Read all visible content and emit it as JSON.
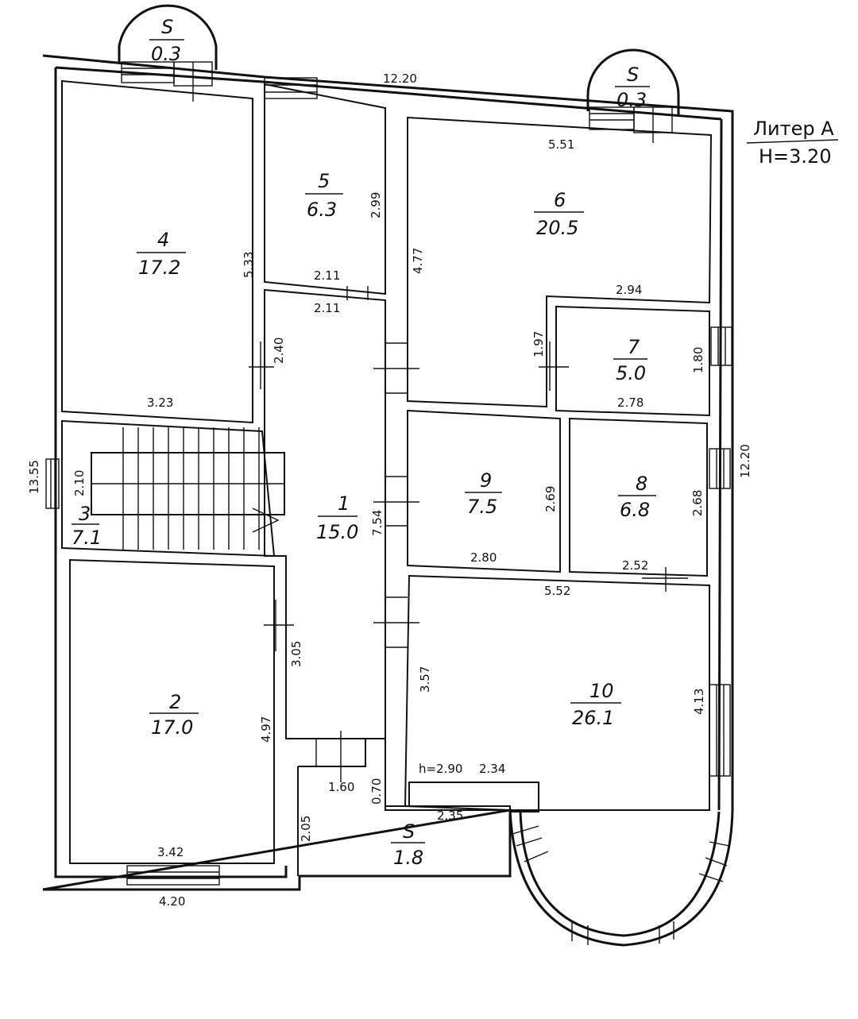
{
  "header": {
    "liter": "Литер А",
    "height": "H=3.20"
  },
  "rooms": [
    {
      "num": "1",
      "area": "15.0"
    },
    {
      "num": "2",
      "area": "17.0"
    },
    {
      "num": "3",
      "area": "7.1"
    },
    {
      "num": "4",
      "area": "17.2"
    },
    {
      "num": "5",
      "area": "6.3"
    },
    {
      "num": "6",
      "area": "20.5"
    },
    {
      "num": "7",
      "area": "5.0"
    },
    {
      "num": "8",
      "area": "6.8"
    },
    {
      "num": "9",
      "area": "7.5"
    },
    {
      "num": "10",
      "area": "26.1"
    }
  ],
  "balconies": [
    {
      "label": "S",
      "area": "0.3"
    },
    {
      "label": "S",
      "area": "0.3"
    },
    {
      "label": "S",
      "area": "1.8"
    }
  ],
  "dimensions": {
    "overall_width_top": "12.20",
    "overall_height_left": "13.55",
    "overall_height_right": "12.20",
    "bottom_left_width": "4.20",
    "room4_height": "5.33",
    "room4_width": "3.23",
    "room4_door": "2.40",
    "room5_height": "2.99",
    "room5_width": "2.11",
    "room1_width": "2.11",
    "room1_height": "7.54",
    "room6_top": "5.51",
    "room6_left": "4.77",
    "room6_step": "2.94",
    "room7_left": "1.97",
    "room7_right": "1.80",
    "room7_bottom": "2.78",
    "room3_height": "2.10",
    "room9_right": "2.69",
    "room9_bottom": "2.80",
    "room8_right": "2.68",
    "room8_bottom": "2.52",
    "room10_top": "5.52",
    "room10_left": "3.57",
    "room10_right": "4.13",
    "room10_h": "h=2.90",
    "room10_step": "2.34",
    "room2_door": "3.05",
    "room2_height": "4.97",
    "room2_width": "3.42",
    "porch_width": "1.60",
    "porch_depth": "0.70",
    "porch_left": "2.05",
    "porch_step": "2.35"
  }
}
